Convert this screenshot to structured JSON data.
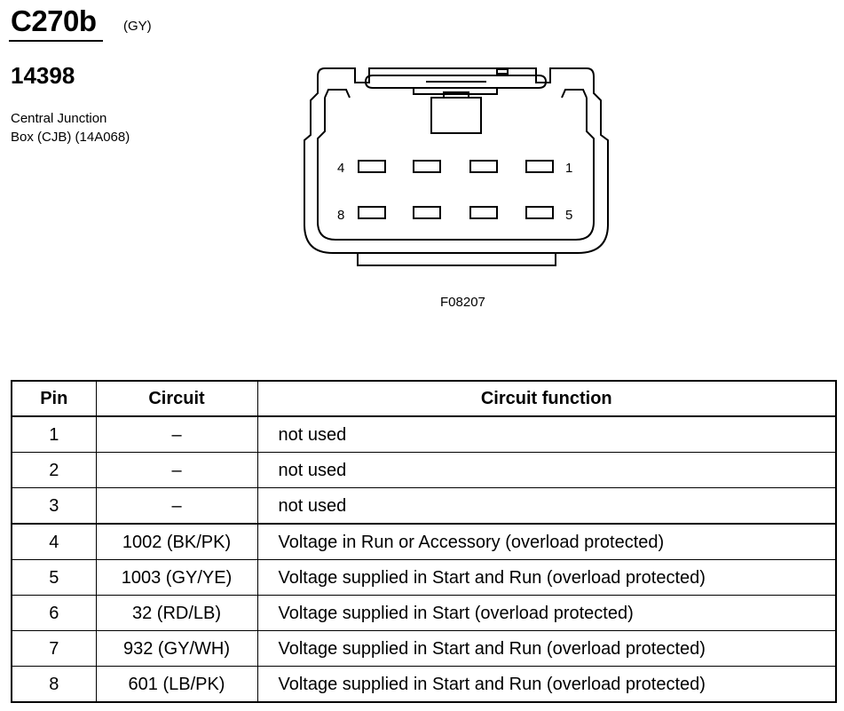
{
  "header": {
    "connector_id": "C270b",
    "connector_color": "(GY)",
    "part_number": "14398",
    "location_line1": "Central Junction",
    "location_line2": "Box (CJB) (14A068)"
  },
  "figure": {
    "id": "F08207",
    "pin_labels": {
      "top_left": "4",
      "top_right": "1",
      "bottom_left": "8",
      "bottom_right": "5"
    }
  },
  "table": {
    "headers": {
      "pin": "Pin",
      "circuit": "Circuit",
      "function": "Circuit function"
    },
    "rows": [
      {
        "pin": "1",
        "circuit": "–",
        "function": "not used"
      },
      {
        "pin": "2",
        "circuit": "–",
        "function": "not used"
      },
      {
        "pin": "3",
        "circuit": "–",
        "function": "not used"
      },
      {
        "pin": "4",
        "circuit": "1002 (BK/PK)",
        "function": "Voltage in Run or Accessory (overload protected)"
      },
      {
        "pin": "5",
        "circuit": "1003 (GY/YE)",
        "function": "Voltage supplied in Start and Run (overload protected)"
      },
      {
        "pin": "6",
        "circuit": "32 (RD/LB)",
        "function": "Voltage supplied in Start (overload protected)"
      },
      {
        "pin": "7",
        "circuit": "932 (GY/WH)",
        "function": "Voltage supplied in Start and Run (overload protected)"
      },
      {
        "pin": "8",
        "circuit": "601 (LB/PK)",
        "function": "Voltage supplied in Start and Run (overload protected)"
      }
    ]
  }
}
